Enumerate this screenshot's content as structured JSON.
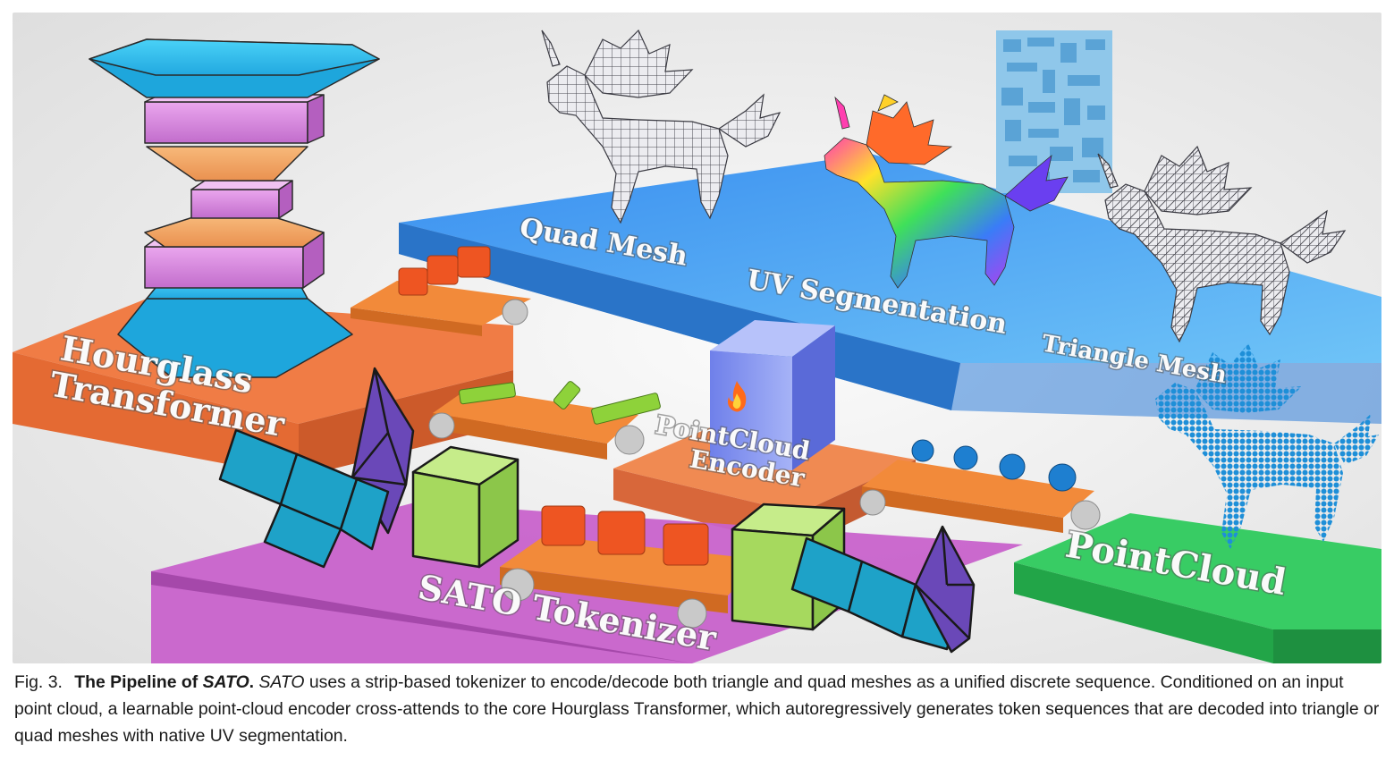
{
  "figure": {
    "labels": {
      "hourglass_line1": "Hourglass",
      "hourglass_line2": "Transformer",
      "quad_mesh": "Quad Mesh",
      "uv_segmentation": "UV Segmentation",
      "triangle_mesh": "Triangle Mesh",
      "pointcloud_encoder_line1": "PointCloud",
      "pointcloud_encoder_line2": "Encoder",
      "pointcloud": "PointCloud",
      "sato_tokenizer": "SATO Tokenizer"
    },
    "icons": [
      "fire-icon"
    ],
    "colors": {
      "hourglass_platform": "#ee7a45",
      "mesh_platform": "#3a8ff0",
      "tokenizer_platform": "#c75cc9",
      "pointcloud_platform": "#2fbf5a",
      "encoder_box": "#7f8ef0",
      "token_cubes": "#f05a28",
      "strip_tiles": "#2a9fc4",
      "triangle_strips": "#6a48b8",
      "quad_cubes": "#a6d95e"
    }
  },
  "caption": {
    "label": "Fig. 3.",
    "title_prefix": "The Pipeline of ",
    "title_em": "SATO",
    "title_suffix": ".",
    "body_em": "SATO",
    "body": " uses a strip-based tokenizer to encode/decode both triangle and quad meshes as a unified discrete sequence. Conditioned on an input point cloud, a learnable point-cloud encoder cross-attends to the core Hourglass Transformer, which autoregressively generates token sequences that are decoded into triangle or quad meshes with native UV segmentation."
  }
}
